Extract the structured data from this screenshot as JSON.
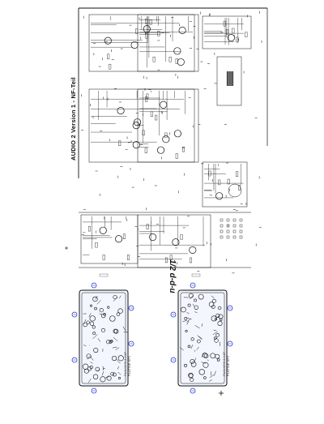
{
  "schematic": {
    "title": "AUDIO 2 Version 1 - NF-Teil",
    "label_b": "1/2 d-d-u",
    "pcb_1_caption": [
      "PL/4.NF/3 3.4.87",
      "PLATINE NF1"
    ],
    "pcb_2_caption": [
      "PL/4.NF/3 3.4.87",
      "PLATINE NF2"
    ],
    "colors": {
      "ink": "#111111",
      "pcb_fill": "#f4f6ff",
      "pcb_marker": "#2233cc",
      "background": "#ffffff"
    }
  }
}
